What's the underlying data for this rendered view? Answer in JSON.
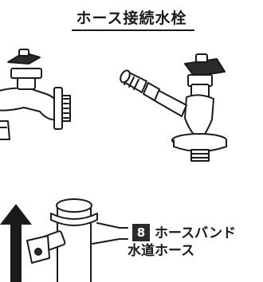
{
  "heading": "ホース接続水栓",
  "labels": {
    "hose_band_number": "8",
    "hose_band": "ホースバンド",
    "water_hose": "水道ホース"
  },
  "colors": {
    "ink": "#1a1a1a",
    "badge_bg": "#2b2b2b"
  }
}
